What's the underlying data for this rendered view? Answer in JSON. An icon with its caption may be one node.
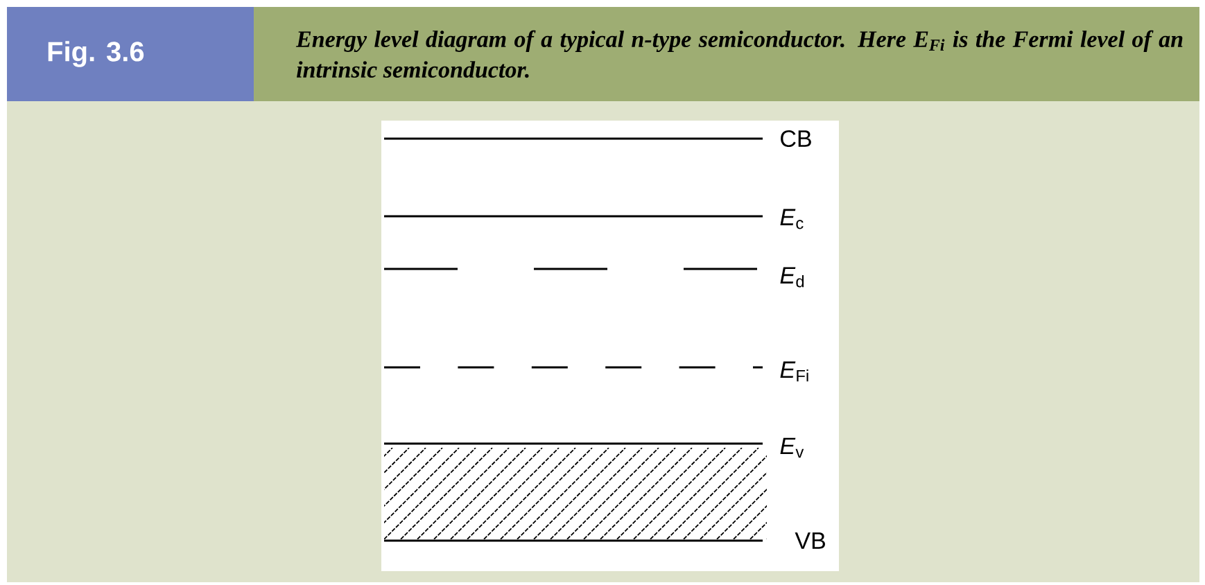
{
  "diagram": {
    "title": "Fig. 3.6",
    "caption": "Energy level diagram of a typical n-type semiconductor. Here E$_{Fi}$ is the Fermi level of an intrinsic semiconductor.",
    "labels": [
      "CB",
      "*E*$_{c}$",
      "*E*$_{d}$",
      "*E*$_{Fi}$",
      "*E*$_{v}$",
      "VB"
    ]
  }
}
